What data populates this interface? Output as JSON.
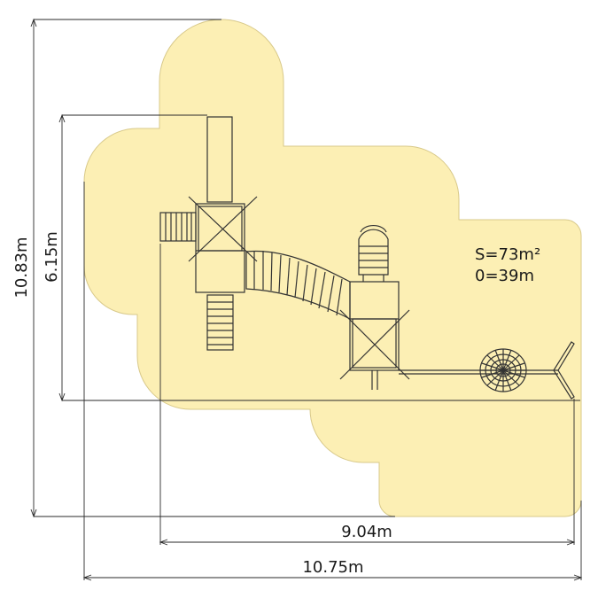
{
  "colors": {
    "safety_zone": "#fcefb4",
    "safety_zone_stroke": "#d8c98a",
    "equipment_line": "#333333",
    "dimension_line": "#2a2a2a",
    "background": "#ffffff"
  },
  "info": {
    "area": "S=73m²",
    "perimeter": "0=39m"
  },
  "dimensions": {
    "total_height": "10.83m",
    "equipment_height": "6.15m",
    "equipment_width": "9.04m",
    "total_width": "10.75m"
  },
  "icons": {
    "tower": "cross-braced-square-icon",
    "net": "spider-web-icon"
  }
}
